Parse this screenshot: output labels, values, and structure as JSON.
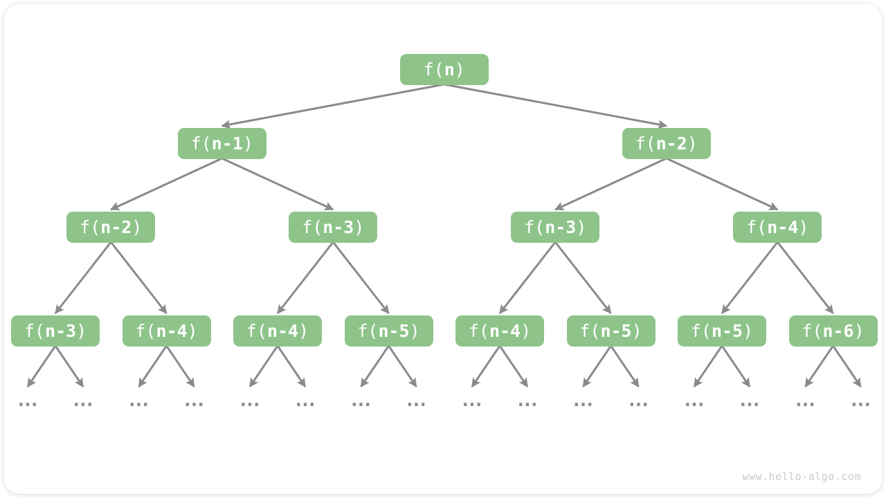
{
  "watermark": {
    "text": "www.hello-algo.com"
  },
  "colors": {
    "node_fill": "#8EC48A",
    "node_text": "#FFFFFF",
    "arrow": "#8A8A8A",
    "ellipsis_dots": "#8A8A8A",
    "watermark_text": "#C9CACB",
    "card_bg": "#FFFFFF"
  },
  "diagram": {
    "type": "recursion-tree",
    "ellipsis": "...",
    "levels": [
      {
        "nodes": [
          {
            "label": "f(n)",
            "prefix": "f(",
            "arg": "n",
            "suffix": ")"
          }
        ]
      },
      {
        "nodes": [
          {
            "label": "f(n-1)",
            "prefix": "f(",
            "arg": "n-1",
            "suffix": ")"
          },
          {
            "label": "f(n-2)",
            "prefix": "f(",
            "arg": "n-2",
            "suffix": ")"
          }
        ]
      },
      {
        "nodes": [
          {
            "label": "f(n-2)",
            "prefix": "f(",
            "arg": "n-2",
            "suffix": ")"
          },
          {
            "label": "f(n-3)",
            "prefix": "f(",
            "arg": "n-3",
            "suffix": ")"
          },
          {
            "label": "f(n-3)",
            "prefix": "f(",
            "arg": "n-3",
            "suffix": ")"
          },
          {
            "label": "f(n-4)",
            "prefix": "f(",
            "arg": "n-4",
            "suffix": ")"
          }
        ]
      },
      {
        "nodes": [
          {
            "label": "f(n-3)",
            "prefix": "f(",
            "arg": "n-3",
            "suffix": ")"
          },
          {
            "label": "f(n-4)",
            "prefix": "f(",
            "arg": "n-4",
            "suffix": ")"
          },
          {
            "label": "f(n-4)",
            "prefix": "f(",
            "arg": "n-4",
            "suffix": ")"
          },
          {
            "label": "f(n-5)",
            "prefix": "f(",
            "arg": "n-5",
            "suffix": ")"
          },
          {
            "label": "f(n-4)",
            "prefix": "f(",
            "arg": "n-4",
            "suffix": ")"
          },
          {
            "label": "f(n-5)",
            "prefix": "f(",
            "arg": "n-5",
            "suffix": ")"
          },
          {
            "label": "f(n-5)",
            "prefix": "f(",
            "arg": "n-5",
            "suffix": ")"
          },
          {
            "label": "f(n-6)",
            "prefix": "f(",
            "arg": "n-6",
            "suffix": ")"
          }
        ]
      }
    ]
  }
}
